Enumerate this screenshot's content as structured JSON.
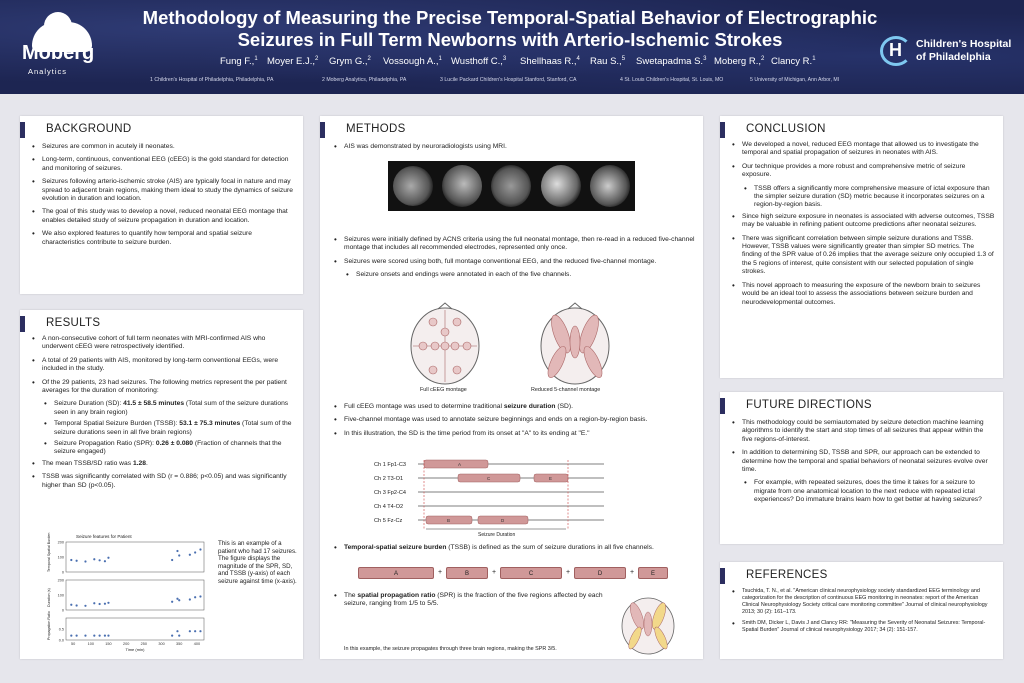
{
  "header": {
    "title_line1": "Methodology of Measuring the Precise Temporal-Spatial Behavior of Electrographic",
    "title_line2": "Seizures in Full Term Newborns with Arterio-Ischemic Strokes",
    "authors": [
      {
        "name": "Fung F.,",
        "sup": "1"
      },
      {
        "name": "Moyer E.J.,",
        "sup": "2"
      },
      {
        "name": "Grym G.,",
        "sup": "2"
      },
      {
        "name": "Vossough A.,",
        "sup": "1"
      },
      {
        "name": "Wusthoff C.,",
        "sup": "3"
      },
      {
        "name": "Shellhaas R.,",
        "sup": "4"
      },
      {
        "name": "Rau S.,",
        "sup": "5"
      },
      {
        "name": "Swetapadma S.",
        "sup": "3"
      },
      {
        "name": "Moberg R.,",
        "sup": "2"
      },
      {
        "name": "Clancy R.",
        "sup": "1"
      }
    ],
    "affiliations": [
      "1  Children's Hospital of Philadelphia, Philadelphia, PA",
      "2  Moberg Analytics, Philadelphia, PA",
      "3  Lucile Packard Children's Hospital Stanford, Stanford, CA",
      "4  St. Louis Children's Hospital, St. Louis, MO",
      "5  University of Michigan, Ann Arbor, MI"
    ],
    "left_logo_name": "Moberg",
    "left_logo_sub": "Analytics",
    "right_logo_line1": "Children's Hospital",
    "right_logo_line2": "of Philadelphia"
  },
  "background": {
    "title": "BACKGROUND",
    "items": [
      "Seizures are common in acutely ill neonates.",
      "Long-term, continuous, conventional EEG (cEEG) is the gold standard for detection and monitoring of seizures.",
      "Seizures following arterio-ischemic stroke (AIS) are typically focal in nature and may spread to adjacent brain regions, making them ideal to study the dynamics of seizure evolution in duration and location.",
      "The goal of this study was to develop a novel, reduced neonatal EEG montage that enables detailed study of seizure propagation in duration and location.",
      "We also explored features to quantify how temporal and spatial seizure characteristics contribute to seizure burden."
    ]
  },
  "results": {
    "title": "RESULTS",
    "item1": "A non-consecutive cohort of full term neonates with MRI-confirmed AIS who underwent cEEG were retrospectively identified.",
    "item2": "A total of 29 patients with AIS, monitored by long-term conventional EEGs, were included in the study.",
    "item3": "Of the 29 patients, 23 had seizures. The following metrics represent the per patient averages for the duration of monitoring:",
    "sd_label": "Seizure Duration (SD): ",
    "sd_value": "41.5 ± 58.5 minutes",
    "sd_desc": " (Total sum of the seizure durations seen in any brain region)",
    "tssb_label": "Temporal Spatial Seizure Burden (TSSB): ",
    "tssb_value": "53.1 ± 75.3 minutes",
    "tssb_desc": " (Total sum of the seizure durations seen in all five brain regions)",
    "spr_label": "Seizure Propagation Ratio (SPR): ",
    "spr_value": "0.26 ± 0.080",
    "spr_desc": " (Fraction of channels that the seizure engaged)",
    "ratio_text": "The mean TSSB/SD ratio was ",
    "ratio_value": "1.28",
    "ratio_end": ".",
    "item5": "TSSB was significantly correlated with SD (r = 0.886; p<0.05) and was significantly higher than SD (p<0.05).",
    "fig_caption": "This is an example of a patient who had 17 seizures. The figure displays the magnitude of the SPR, SD, and TSSB (y-axis) of each seizure against time (x-axis).",
    "fig_title": "Seizure features for Patient",
    "fig_ylabel1": "Duration (s)",
    "fig_ylabel1b": "Temporal Spatial Burden",
    "fig_ylabel2": "Duration (s)",
    "fig_ylabel3": "Propagation Ratio",
    "fig_xlabel": "Time (min)"
  },
  "methods": {
    "title": "METHODS",
    "item1": "AIS was demonstrated by neuroradiologists using MRI.",
    "item2": "Seizures were initially defined by ACNS criteria using the full neonatal montage, then re-read in a reduced five-channel montage that includes all recommended electrodes, represented only once.",
    "item3": "Seizures were scored using both, full montage conventional EEG, and the reduced five-channel montage.",
    "item3_sub": "Seizure onsets and endings were annotated in each of the five channels.",
    "caption_full": "Full cEEG montage",
    "caption_reduced": "Reduced 5-channel montage",
    "item4_pre": "Full cEEG montage was used to determine traditional ",
    "item4_bold": "seizure duration",
    "item4_post": " (SD).",
    "item5": "Five-channel montage was used to annotate seizure beginnings and ends on a region-by-region basis.",
    "item6": "In this illustration, the SD is the time period from its onset at \"A\" to its ending at \"E.\"",
    "channels": [
      "Ch 1 Fp1-C3",
      "Ch 2 T3-O1",
      "Ch 3 Fp2-C4",
      "Ch 4 T4-O2",
      "Ch 5 Fz-Cz"
    ],
    "seizure_duration_label": "Seizure Duration",
    "item7_bold": "Temporal-spatial seizure burden",
    "item7_post": " (TSSB) is defined as the sum of seizure durations in all five channels.",
    "tssb_segments": [
      "A",
      "B",
      "C",
      "D",
      "E"
    ],
    "tssb_plus": "+",
    "item8_pre": "The ",
    "item8_bold": "spatial propagation ratio",
    "item8_post": " (SPR) is the fraction of the five regions affected by each seizure, ranging from 1/5 to 5/5.",
    "spr_example": "In this example, the seizure propagates through three brain regions, making the SPR 3/5."
  },
  "conclusion": {
    "title": "CONCLUSION",
    "item1": "We developed a novel, reduced EEG montage that allowed us to investigate the temporal and spatial propagation of seizures in neonates with AIS.",
    "item2": "Our technique provides a more robust and comprehensive metric of seizure exposure.",
    "item2_sub": "TSSB offers a significantly more comprehensive measure of ictal exposure than the simpler seizure duration (SD) metric because it incorporates seizures on a region-by-region basis.",
    "item3": "Since high seizure exposure in neonates is associated with adverse outcomes, TSSB may be valuable in refining patient outcome predictions after neonatal seizures.",
    "item4": "There was significant correlation between simple seizure durations and TSSB. However, TSSB values were significantly greater than simpler SD metrics. The finding of the SPR value of 0.26 implies that the average seizure only occupied 1.3 of the 5 regions of interest, quite consistent with our selected population of single strokes.",
    "item5": "This novel approach to measuring the exposure of the newborn brain to seizures would be an ideal tool to assess the associations between seizure burden and neurodevelopmental outcomes."
  },
  "future": {
    "title": "FUTURE DIRECTIONS",
    "item1": "This methodology could be semiautomated by seizure detection machine learning algorithms to identify the start and stop times of all seizures that appear within the five regions-of-interest.",
    "item2": "In addition to determining SD, TSSB and SPR, our approach can be extended to determine how the temporal and spatial behaviors of neonatal seizures evolve over time.",
    "item2_sub": "For example, with repeated seizures, does the time it takes for a seizure to migrate from one anatomical location to the next reduce with repeated ictal experiences? Do immature brains learn how to get better at having seizures?"
  },
  "references": {
    "title": "REFERENCES",
    "items": [
      "Tsuchida, T. N., et al. \"American clinical neurophysiology society standardized EEG terminology and categorization for the description of continuous EEG monitoring in neonates: report of the American Clinical Neurophysiology Society critical care monitoring committee\" Journal of clinical neurophysiology 2013; 30 (2): 161–173.",
      "Smith DM, Dicker L, Davis J and Clancy RR: \"Measuring the Severity of Neonatal Seizures: Temporal-Spatial Burden\" Journal of clinical neurophysiology 2017; 34 (2): 151-157."
    ]
  },
  "colors": {
    "header_bg": "#1d2552",
    "title_bar": "#2c2e60",
    "segment_fill": "#d09898",
    "accent_blue": "#4a6fb0"
  },
  "chart_data": {
    "type": "scatter",
    "title": "Seizure features for Patient",
    "xlabel": "Time (min)",
    "xlim": [
      30,
      420
    ],
    "x_ticks": [
      "50",
      "100",
      "150",
      "200",
      "250",
      "300",
      "350",
      "400"
    ],
    "panels": [
      {
        "name": "TSSB",
        "ylim": [
          0,
          200
        ],
        "y_ticks": [
          "0",
          "100",
          "200"
        ],
        "x": [
          45,
          60,
          85,
          110,
          125,
          140,
          150,
          330,
          345,
          350,
          380,
          395,
          410
        ],
        "y": [
          80,
          75,
          70,
          85,
          78,
          72,
          95,
          80,
          140,
          110,
          115,
          130,
          150
        ]
      },
      {
        "name": "SD",
        "ylim": [
          0,
          200
        ],
        "y_ticks": [
          "0",
          "100",
          "200"
        ],
        "x": [
          45,
          60,
          85,
          110,
          125,
          140,
          150,
          330,
          345,
          350,
          380,
          395,
          410
        ],
        "y": [
          35,
          30,
          28,
          45,
          40,
          42,
          48,
          55,
          75,
          65,
          70,
          85,
          90
        ]
      },
      {
        "name": "SPR",
        "ylim": [
          0,
          1
        ],
        "y_ticks": [
          "0.0",
          "0.5"
        ],
        "x": [
          45,
          60,
          85,
          110,
          125,
          140,
          150,
          330,
          345,
          350,
          380,
          395,
          410
        ],
        "y": [
          0.2,
          0.2,
          0.2,
          0.2,
          0.2,
          0.2,
          0.2,
          0.2,
          0.4,
          0.2,
          0.4,
          0.4,
          0.4
        ]
      }
    ]
  }
}
